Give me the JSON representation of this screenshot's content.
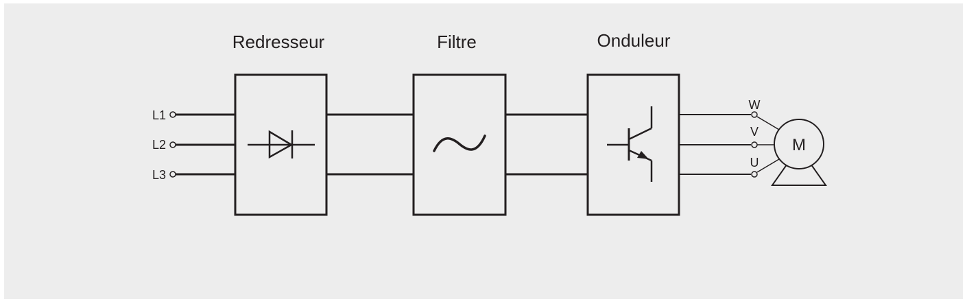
{
  "colors": {
    "background": "#ededed",
    "outer": "#ffffff",
    "ink": "#231f20"
  },
  "blocks": {
    "rectifier": {
      "title": "Redresseur",
      "symbol": "diode-icon"
    },
    "filter": {
      "title": "Filtre",
      "symbol": "tilde-icon"
    },
    "inverter": {
      "title": "Onduleur",
      "symbol": "transistor-icon"
    }
  },
  "inputs": [
    "L1",
    "L2",
    "L3"
  ],
  "outputs": [
    "W",
    "V",
    "U"
  ],
  "motor": {
    "label": "M",
    "symbol": "motor-icon"
  }
}
